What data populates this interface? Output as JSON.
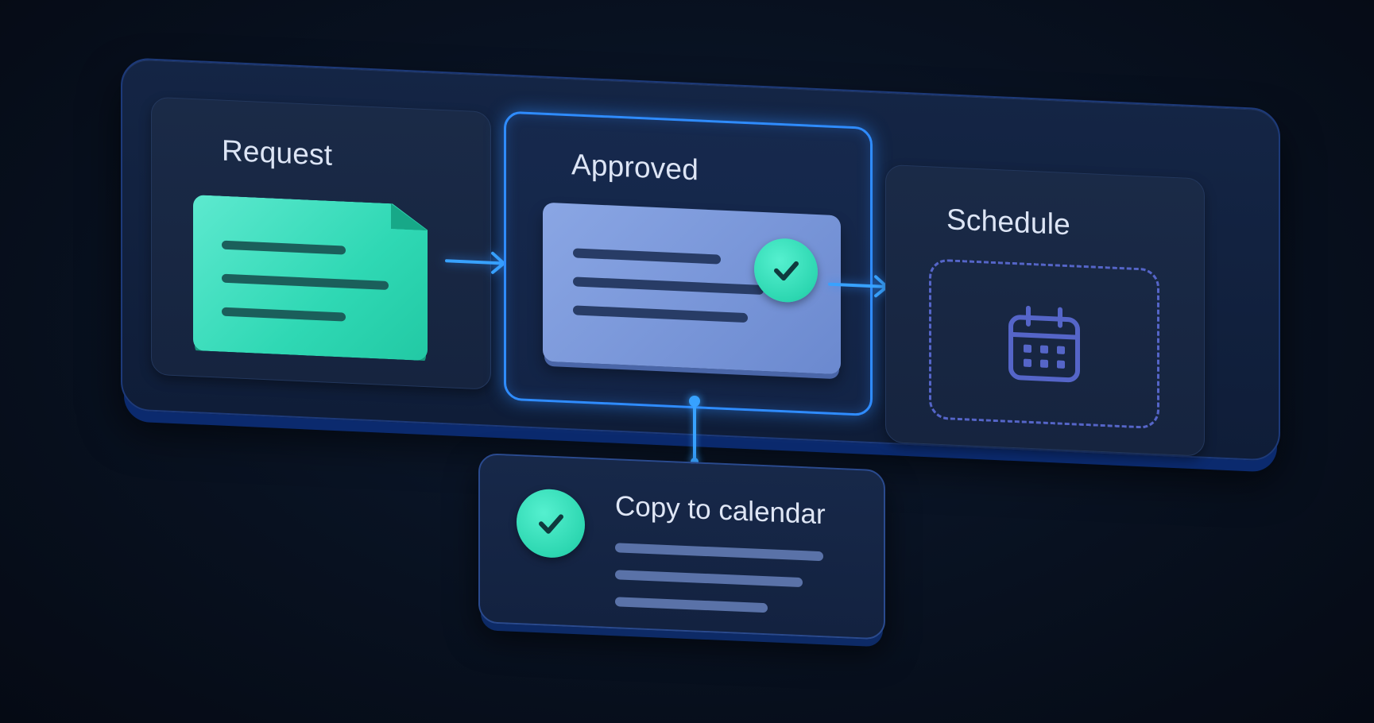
{
  "workflow": {
    "stages": [
      {
        "title": "Request",
        "icon": "document-icon"
      },
      {
        "title": "Approved",
        "icon": "check-circle-icon",
        "state": "active"
      },
      {
        "title": "Schedule",
        "icon": "calendar-icon",
        "state": "placeholder"
      }
    ],
    "action": {
      "title": "Copy to calendar",
      "icon": "check-circle-icon"
    }
  },
  "colors": {
    "accent": "#2f8cff",
    "success": "#2dd7b1",
    "document": "#3fe0c0",
    "approved_doc": "#7c97da",
    "placeholder": "#5565c8",
    "background": "#081120"
  }
}
